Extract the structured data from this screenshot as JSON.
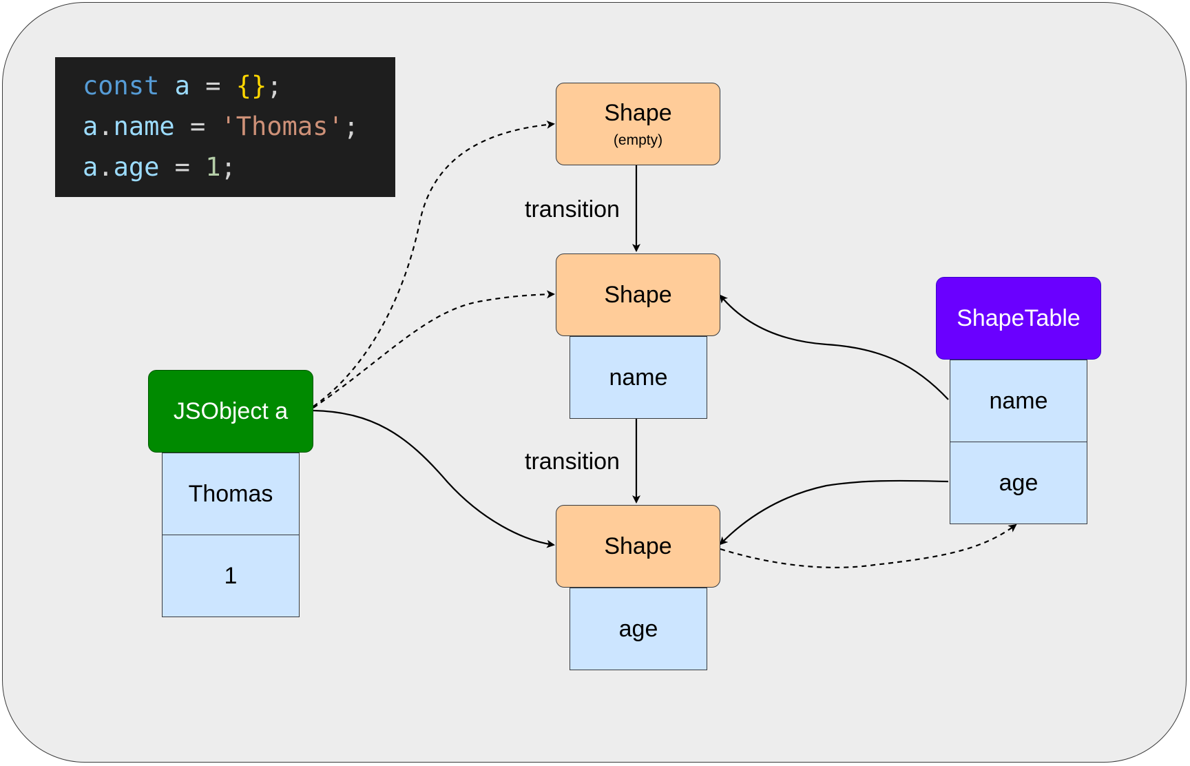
{
  "code": {
    "lines": [
      [
        {
          "t": "const",
          "c": "kw"
        },
        {
          "t": " ",
          "c": "p"
        },
        {
          "t": "a",
          "c": "var"
        },
        {
          "t": " = ",
          "c": "p"
        },
        {
          "t": "{}",
          "c": "br"
        },
        {
          "t": ";",
          "c": "p"
        }
      ],
      [
        {
          "t": "a",
          "c": "var"
        },
        {
          "t": ".",
          "c": "p"
        },
        {
          "t": "name",
          "c": "var"
        },
        {
          "t": " = ",
          "c": "p"
        },
        {
          "t": "'Thomas'",
          "c": "str"
        },
        {
          "t": ";",
          "c": "p"
        }
      ],
      [
        {
          "t": "a",
          "c": "var"
        },
        {
          "t": ".",
          "c": "p"
        },
        {
          "t": "age",
          "c": "var"
        },
        {
          "t": " = ",
          "c": "p"
        },
        {
          "t": "1",
          "c": "num"
        },
        {
          "t": ";",
          "c": "p"
        }
      ]
    ],
    "colors": {
      "kw": "#569cd6",
      "var": "#9cdcfe",
      "p": "#d4d4d4",
      "br": "#ffd700",
      "str": "#ce9178",
      "num": "#b5cea8"
    }
  },
  "shape_empty": {
    "title": "Shape",
    "subtitle": "(empty)"
  },
  "shape_name": {
    "title": "Shape",
    "field": "name"
  },
  "shape_age": {
    "title": "Shape",
    "field": "age"
  },
  "jsobject": {
    "title": "JSObject a",
    "values": [
      "Thomas",
      "1"
    ]
  },
  "shape_table": {
    "title": "ShapeTable",
    "entries": [
      "name",
      "age"
    ]
  },
  "transition_labels": [
    "transition",
    "transition"
  ],
  "colors": {
    "shape": "#ffcc99",
    "cell": "#cce5ff",
    "jsobject": "#008a00",
    "shape_table": "#6a00ff",
    "frame": "#ededed"
  }
}
